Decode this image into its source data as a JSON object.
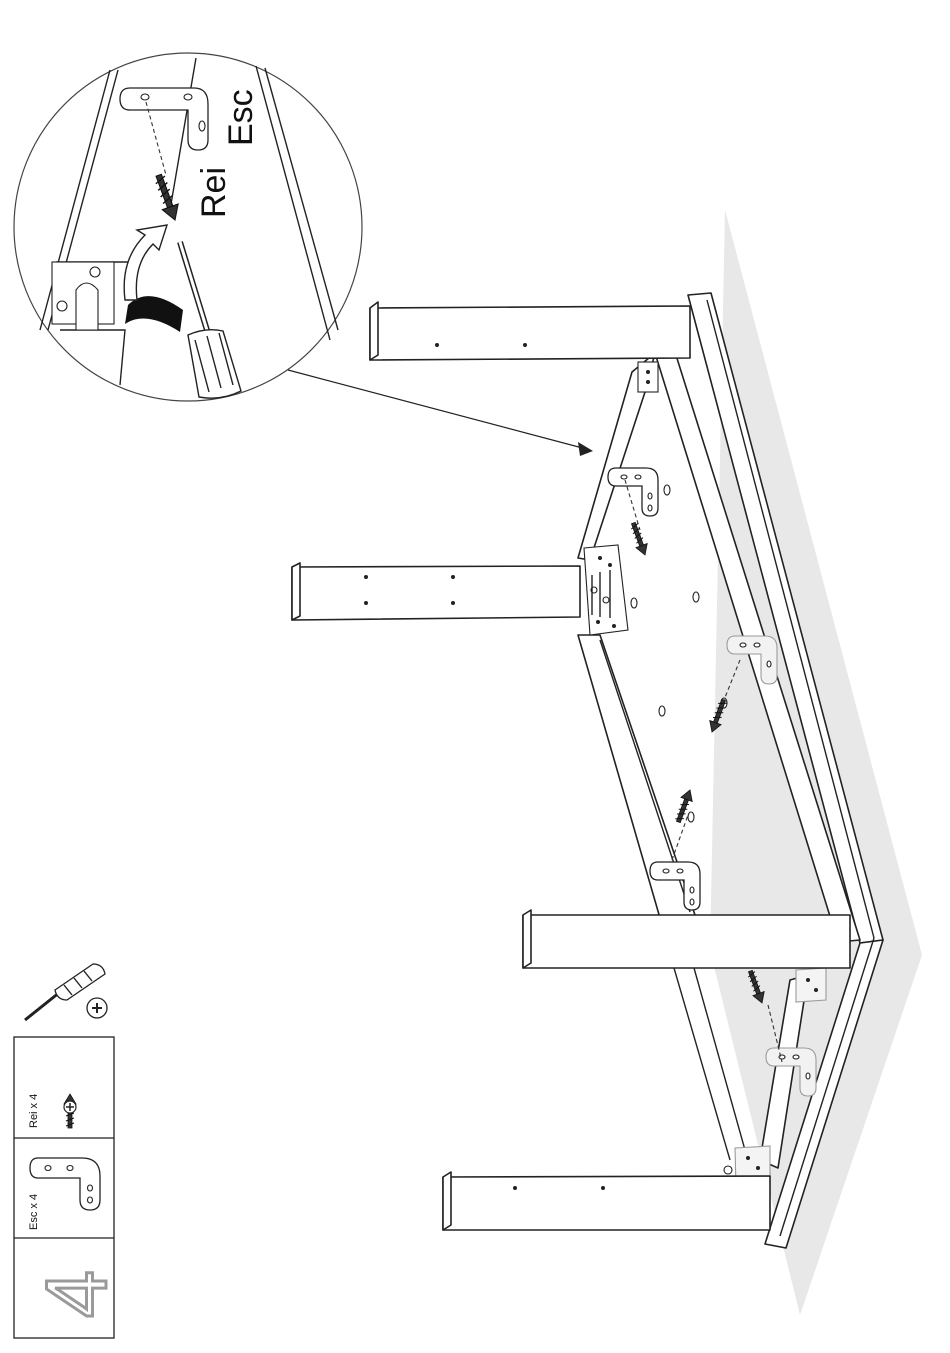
{
  "step": {
    "number": "4"
  },
  "parts": [
    {
      "label": "Esc x 4",
      "icon": "l-bracket-icon"
    },
    {
      "label": "Rei x 4",
      "icon": "screw-icon"
    }
  ],
  "tool": {
    "icon": "phillips-screwdriver-icon"
  },
  "detail": {
    "label_screw": "Rei",
    "label_bracket": "Esc"
  },
  "colors": {
    "outline": "#222222",
    "floor_shadow": "#e8e8e8",
    "step_number": "#9a9a9a",
    "arrow_fill": "#111111"
  }
}
